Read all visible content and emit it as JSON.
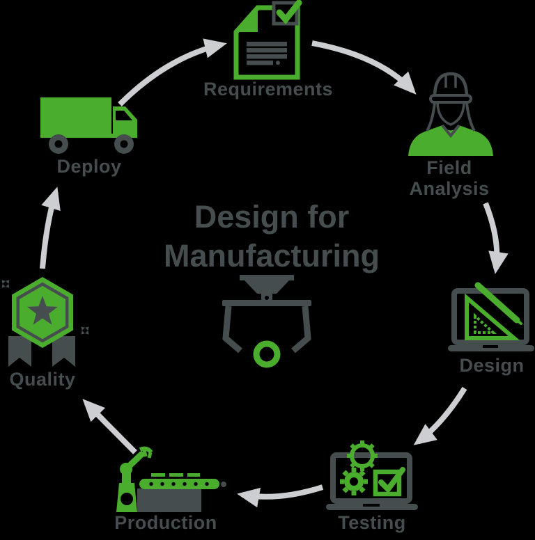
{
  "title": {
    "line1": "Design for",
    "line2": "Manufacturing"
  },
  "stages": [
    {
      "id": "requirements",
      "label": "Requirements",
      "icon": "document-checklist-icon"
    },
    {
      "id": "field-analysis",
      "label": "Field Analysis",
      "lines": [
        "Field",
        "Analysis"
      ],
      "icon": "worker-hard-hat-icon"
    },
    {
      "id": "design",
      "label": "Design",
      "icon": "laptop-ruler-pencil-icon"
    },
    {
      "id": "testing",
      "label": "Testing",
      "icon": "laptop-gears-checkbox-icon"
    },
    {
      "id": "production",
      "label": "Production",
      "icon": "robot-arm-conveyor-icon"
    },
    {
      "id": "quality",
      "label": "Quality",
      "icon": "hexagon-badge-star-icon"
    },
    {
      "id": "deploy",
      "label": "Deploy",
      "icon": "delivery-truck-icon"
    }
  ],
  "center_icon": "lifting-claw-ring-icon",
  "flow_order": [
    "Requirements",
    "Field Analysis",
    "Design",
    "Testing",
    "Production",
    "Quality",
    "Deploy"
  ],
  "colors": {
    "accent_green": "#4bad2e",
    "dark_slate": "#454d4e",
    "arrow_gray": "#ccced1",
    "background": "#000000"
  }
}
